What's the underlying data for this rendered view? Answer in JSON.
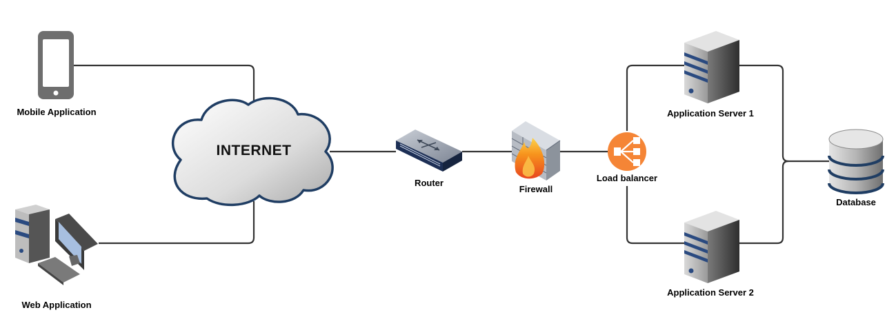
{
  "nodes": {
    "mobile": {
      "label": "Mobile Application",
      "icon": "mobile-phone-icon"
    },
    "web": {
      "label": "Web Application",
      "icon": "desktop-computer-icon"
    },
    "internet": {
      "label": "INTERNET",
      "icon": "cloud-icon"
    },
    "router": {
      "label": "Router",
      "icon": "router-icon"
    },
    "firewall": {
      "label": "Firewall",
      "icon": "firewall-icon"
    },
    "load_balancer": {
      "label": "Load balancer",
      "icon": "load-balancer-icon"
    },
    "app_server_1": {
      "label": "Application Server 1",
      "icon": "server-icon"
    },
    "app_server_2": {
      "label": "Application Server 2",
      "icon": "server-icon"
    },
    "database": {
      "label": "Database",
      "icon": "database-icon"
    }
  },
  "colors": {
    "connector": "#333333",
    "cloud_outline": "#1f3d63",
    "load_balancer": "#f58536",
    "firewall_flame": "#f26b21",
    "device_gray": "#6e6e6e",
    "server_stripe": "#2a4a80"
  }
}
